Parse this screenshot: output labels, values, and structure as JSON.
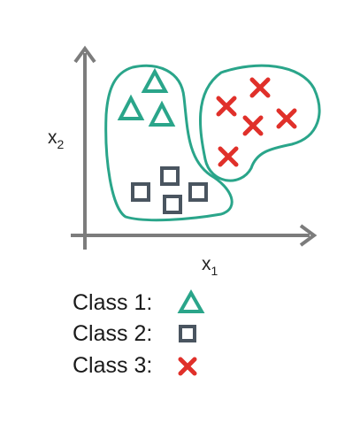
{
  "axes": {
    "x_label": "x",
    "x_sub": "1",
    "y_label": "x",
    "y_sub": "2"
  },
  "legend": [
    {
      "label": "Class 1:",
      "marker": "triangle",
      "color": "#2aa58a"
    },
    {
      "label": "Class 2:",
      "marker": "square",
      "color": "#4a5560"
    },
    {
      "label": "Class 3:",
      "marker": "cross",
      "color": "#e0302a"
    }
  ],
  "colors": {
    "axis": "#7c7c7c",
    "cluster_outline": "#2aa58a",
    "class1": "#2aa58a",
    "class2": "#4a5560",
    "class3": "#e0302a"
  }
}
